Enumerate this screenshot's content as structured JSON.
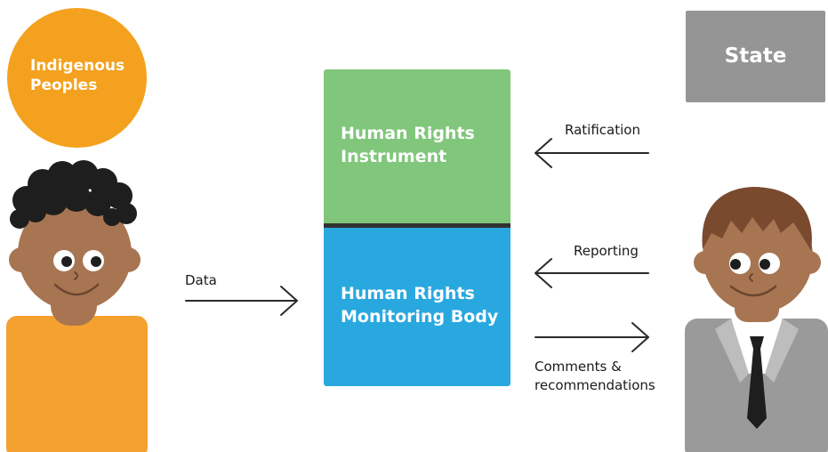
{
  "indigenous_peoples_label": "Indigenous\nPeoples",
  "state_label": "State",
  "instrument_label": "Human Rights\nInstrument",
  "monitoring_body_label": "Human Rights\nMonitoring Body",
  "arrows": {
    "data": "Data",
    "ratification": "Ratification",
    "reporting": "Reporting",
    "comments": "Comments &\nrecommendations"
  },
  "colors": {
    "indigenous_circle": "#f4a11f",
    "state_box": "#959595",
    "instrument_box": "#80c67b",
    "monitoring_box": "#29a8e0",
    "skin": "#a87552",
    "orange_shirt": "#f4a12f",
    "grey_suit": "#9a9a9a"
  },
  "icons": [
    "indigenous-person-figure",
    "state-official-figure",
    "arrow-right",
    "arrow-left"
  ]
}
